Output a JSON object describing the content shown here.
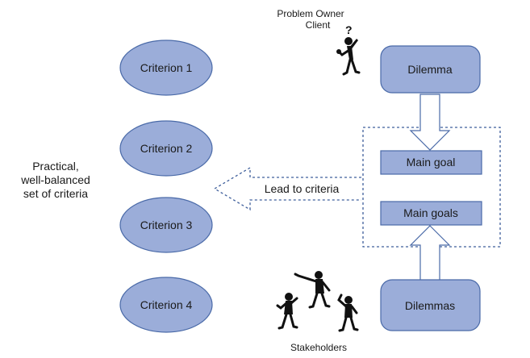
{
  "criteria": [
    "Criterion 1",
    "Criterion 2",
    "Criterion 3",
    "Criterion 4"
  ],
  "summary_label": [
    "Practical,",
    "well-balanced",
    "set of criteria"
  ],
  "problem_owner": [
    "Problem Owner",
    "Client"
  ],
  "dilemma": "Dilemma",
  "main_goal": "Main goal",
  "main_goals": "Main goals",
  "dilemmas": "Dilemmas",
  "arrow_label": "Lead to criteria",
  "stakeholders": "Stakeholders",
  "colors": {
    "fill": "#9badd9",
    "stroke": "#4a6aa8",
    "dotted": "#3f5f9c"
  },
  "icons": [
    "question-figure-icon",
    "stakeholder-figures-icon"
  ]
}
